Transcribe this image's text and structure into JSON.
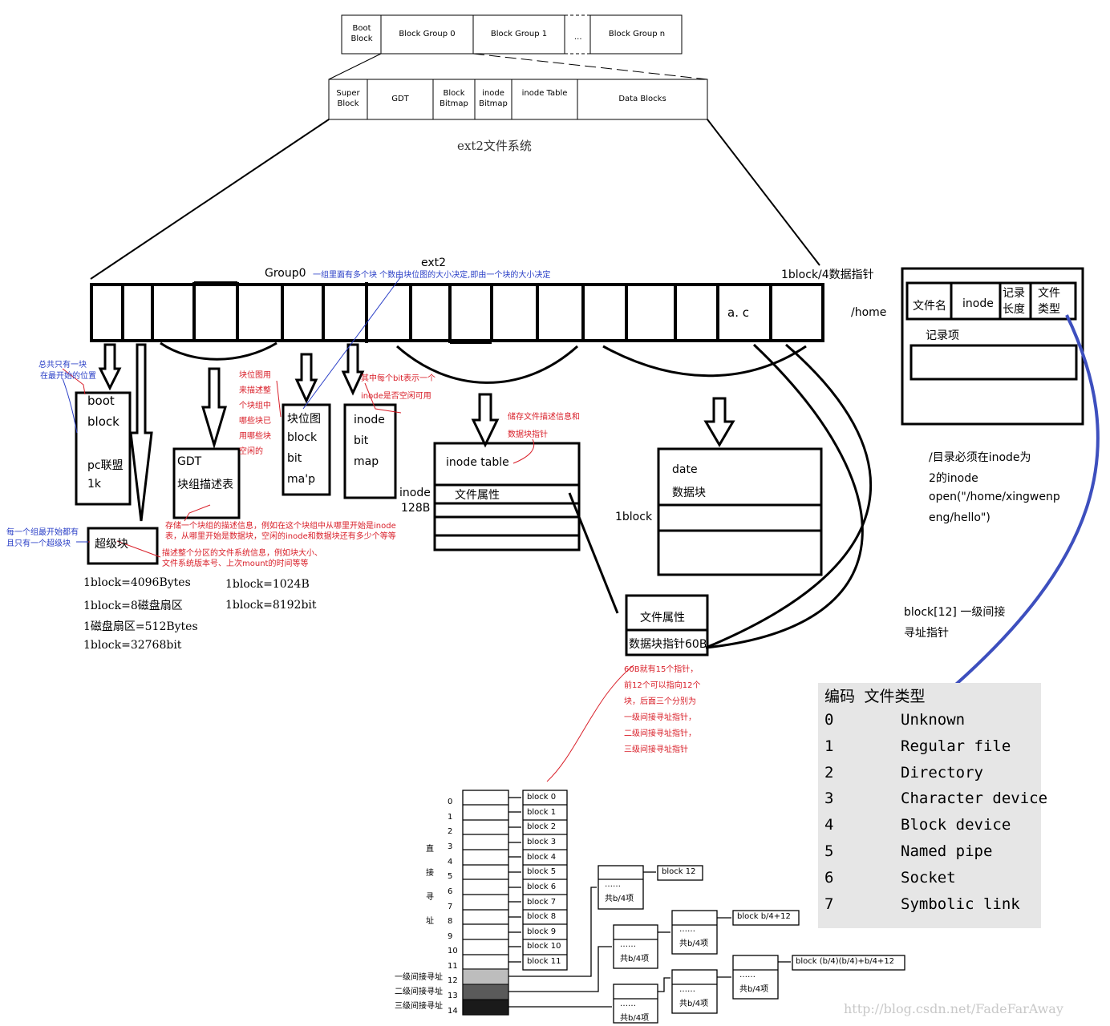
{
  "top": {
    "disk": [
      "Boot Block",
      "Block Group 0",
      "Block Group 1",
      "...",
      "Block Group n"
    ],
    "group": [
      "Super Block",
      "GDT",
      "Block Bitmap",
      "inode Bitmap",
      "inode Table",
      "Data Blocks"
    ],
    "fs_title": "ext2文件系统"
  },
  "group0": {
    "title": "Group0",
    "note_blue": "一组里面有多个块  个数由块位图的大小决定,即由一个块的大小决定",
    "ext2": "ext2",
    "ptr_note": "1block/4数据指针",
    "ac": "a. c"
  },
  "boot": {
    "note_blue": [
      "总共只有一块",
      "在最开始的位置"
    ],
    "box": [
      "boot",
      "block",
      "pc联盟",
      "1k"
    ]
  },
  "super": {
    "note_blue": [
      "每一个组最开始都有",
      "且只有一个超级块"
    ],
    "label": "超级块",
    "note_red": [
      "描述整个分区的文件系统信息，例如块大小、",
      "文件系统版本号、上次mount的时间等等"
    ],
    "facts": [
      "1block=4096Bytes",
      "1block=8磁盘扇区",
      "1磁盘扇区=512Bytes",
      "1block=32768bit"
    ]
  },
  "gdt": {
    "label": [
      "GDT",
      "块组描述表"
    ],
    "note_red": [
      "存储一个块组的描述信息，例如在这个块组中从哪里开始是inode",
      "表，从哪里开始是数据块，空闲的inode和数据块还有多少个等等"
    ],
    "facts": [
      "1block=1024B",
      "1block=8192bit"
    ]
  },
  "bitmap": {
    "note_red": [
      "块位图用",
      "来描述整",
      "个块组中",
      "哪些块已",
      "用哪些块",
      "空闲的"
    ],
    "label": [
      "块位图",
      "block",
      "bit",
      "ma'p"
    ]
  },
  "inodemap": {
    "note_red": [
      "其中每个bit表示一个",
      "inode是否空闲可用"
    ],
    "label": [
      "inode",
      "bit",
      "map"
    ]
  },
  "inodetable": {
    "note_red": [
      "储存文件描述信息和",
      "数据块指针"
    ],
    "title": "inode table",
    "attr": "文件属性",
    "size": [
      "inode",
      "128B"
    ]
  },
  "data": {
    "title": [
      "date",
      "数据块"
    ],
    "one": "1block"
  },
  "inodedetail": {
    "attr": "文件属性",
    "ptr": "数据块指针60B",
    "note_red": [
      "60B就有15个指针，",
      "前12个可以指向12个",
      "块，后面三个分别为",
      "一级间接寻址指针，",
      "二级间接寻址指针，",
      "三级间接寻址指针"
    ]
  },
  "dir": {
    "path": "/home",
    "cols": [
      "文件名",
      "inode",
      "记录长度",
      "文件类型"
    ],
    "rec": "记录项",
    "note": [
      "/目录必须在inode为",
      "2的inode",
      "open(\"/home/xingwenp",
      "eng/hello\")"
    ],
    "block12": [
      "block[12] 一级间接",
      "寻址指针"
    ]
  },
  "ftypes": {
    "header": "编码  文件类型",
    "rows": [
      [
        "0",
        "Unknown"
      ],
      [
        "1",
        "Regular file"
      ],
      [
        "2",
        "Directory"
      ],
      [
        "3",
        "Character device"
      ],
      [
        "4",
        "Block device"
      ],
      [
        "5",
        "Named pipe"
      ],
      [
        "6",
        "Socket"
      ],
      [
        "7",
        "Symbolic link"
      ]
    ]
  },
  "addr": {
    "index": [
      "0",
      "1",
      "2",
      "3",
      "4",
      "5",
      "6",
      "7",
      "8",
      "9",
      "10",
      "11",
      "12",
      "13",
      "14"
    ],
    "blocks": [
      "block 0",
      "block 1",
      "block 2",
      "block 3",
      "block 4",
      "block 5",
      "block 6",
      "block 7",
      "block 8",
      "block 9",
      "block 10",
      "block 11"
    ],
    "direct": [
      "直",
      "接",
      "寻",
      "址"
    ],
    "indirect": [
      "一级间接寻址",
      "二级间接寻址",
      "三级间接寻址"
    ],
    "dots": "……",
    "count": "共b/4项",
    "targets": [
      "block 12",
      "block b/4+12",
      "block (b/4)(b/4)+b/4+12"
    ]
  },
  "watermark": "http://blog.csdn.net/FadeFarAway"
}
